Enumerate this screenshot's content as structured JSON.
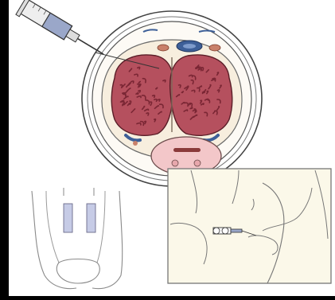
{
  "figure": {
    "panels": [
      {
        "id": "cross-section",
        "icon": "penile-cross-section-illustration"
      },
      {
        "id": "injection-sites",
        "icon": "penile-shaft-injection-sites-illustration"
      },
      {
        "id": "self-injection",
        "icon": "self-injection-scene-illustration"
      }
    ],
    "instrument": {
      "icon": "syringe-icon"
    }
  },
  "colors": {
    "frame": "#000000",
    "background": "#ffffff",
    "corpus_tissue": "#b5505e",
    "corpus_dark": "#7a2634",
    "vessel_blue": "#3d5f98",
    "urethra_pink": "#f3c7c9",
    "inset_background": "#fbf8e9",
    "syringe_barrel": "#9aa7c9"
  }
}
